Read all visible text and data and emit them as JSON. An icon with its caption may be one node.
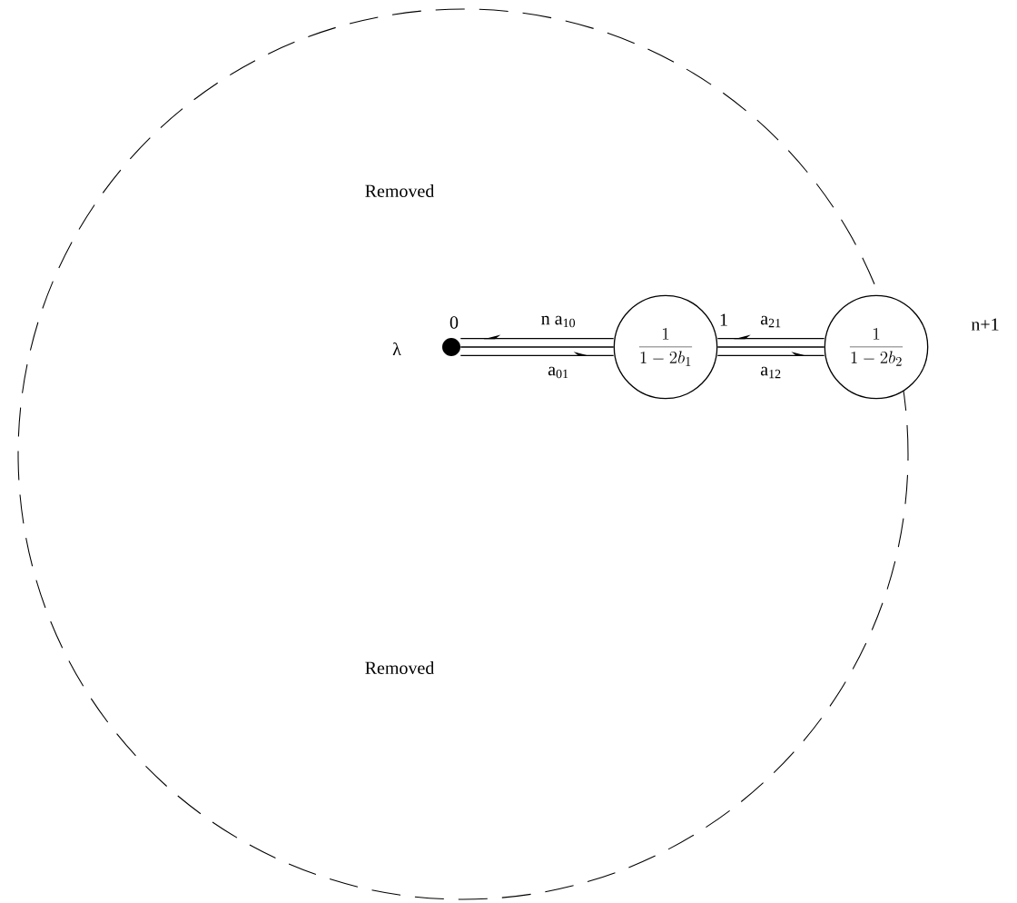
{
  "diagram": {
    "nodes": [
      {
        "text": [
          "Removed",
          "Removed"
        ]
      },
      {
        "text": [],
        "shape": "circle",
        "in": 0,
        "beside": [
          "0",
          "λ"
        ]
      },
      {
        "text": [
          "\\frac{1}{1-2b_{1}}"
        ],
        "in": 0,
        "beside": [
          "1"
        ]
      },
      {
        "text": [
          "\\frac{1}{1-2b_{2}}"
        ],
        "beside": [
          "n+1"
        ]
      }
    ],
    "edges": [
      {
        "from": 2,
        "to": 1,
        "arrow": "to",
        "label": "n a$_{10}$"
      },
      {
        "from": 1,
        "to": 2,
        "arrow": "to",
        "label": "a$_{01}$"
      },
      {
        "from": 3,
        "to": 2,
        "arrow": "to",
        "label": "a$_{21}$"
      },
      {
        "from": 2,
        "to": 3,
        "arrow": "to",
        "label": "a$_{12}$"
      },
      {
        "from": 1,
        "to": 2,
        "arrow": "none"
      },
      {
        "from": 2,
        "to": 3,
        "arrow": "none"
      }
    ]
  }
}
